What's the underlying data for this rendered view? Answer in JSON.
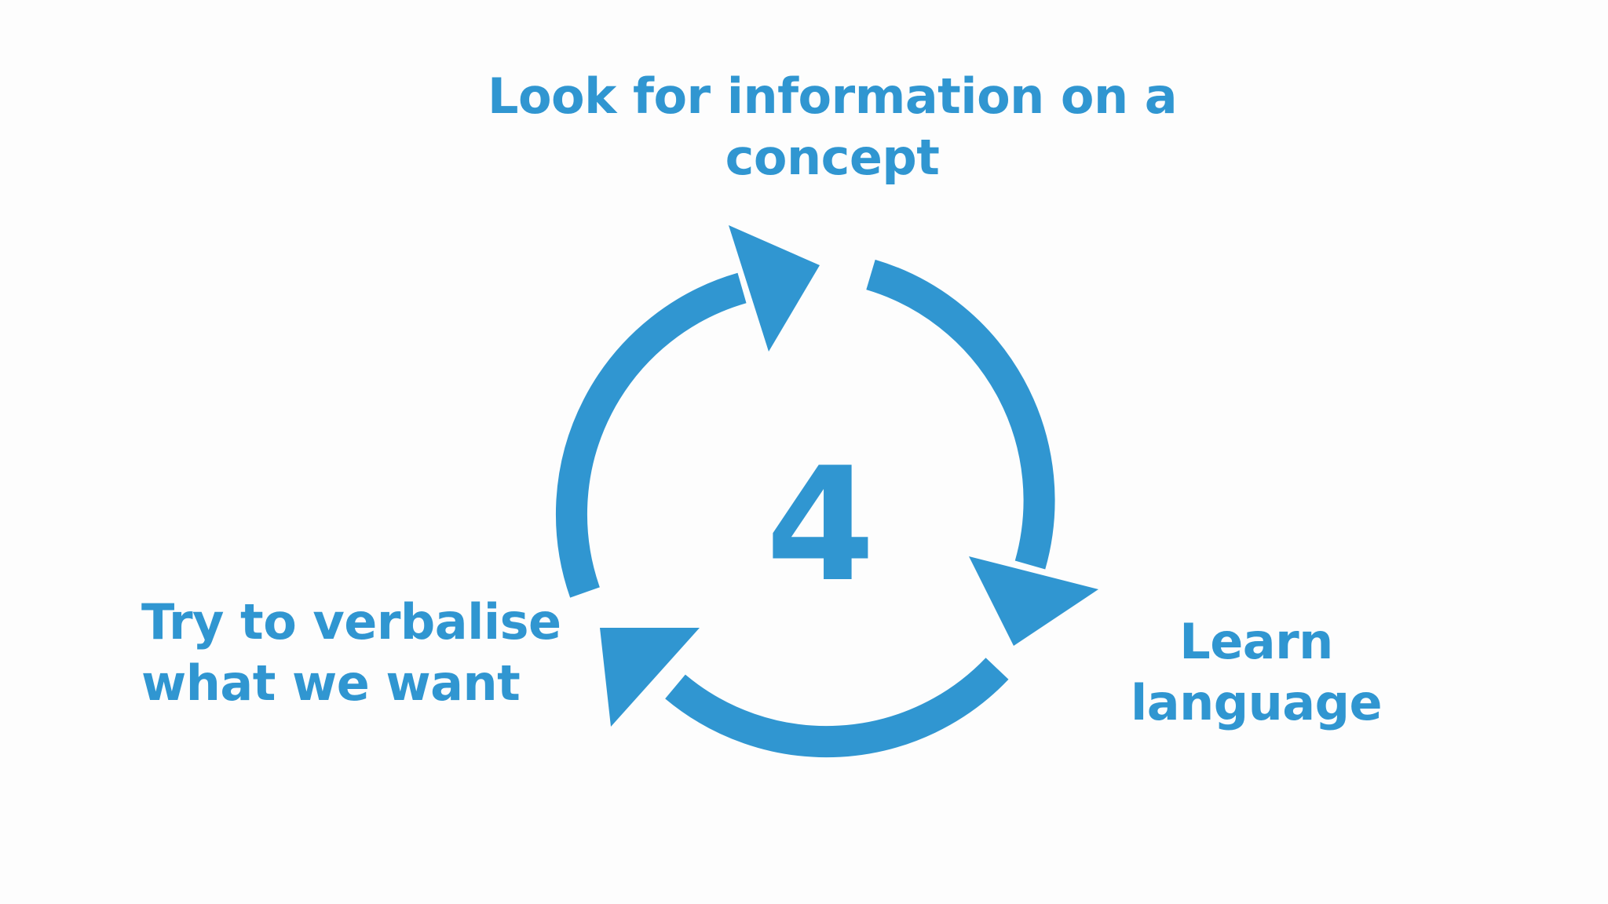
{
  "diagram": {
    "center_label": "4",
    "steps": [
      {
        "id": "look",
        "lines": [
          "Look for information on a",
          "concept"
        ]
      },
      {
        "id": "learn",
        "lines": [
          "Learn",
          "language"
        ]
      },
      {
        "id": "verbalise",
        "lines": [
          "Try to verbalise",
          "what we want"
        ]
      }
    ],
    "accent_color": "#3096d1",
    "background_color": "#fdfdfd",
    "cycle_direction": "clockwise",
    "arrow_icons": [
      "arrow-head-icon",
      "arrow-head-icon",
      "arrow-head-icon"
    ]
  }
}
